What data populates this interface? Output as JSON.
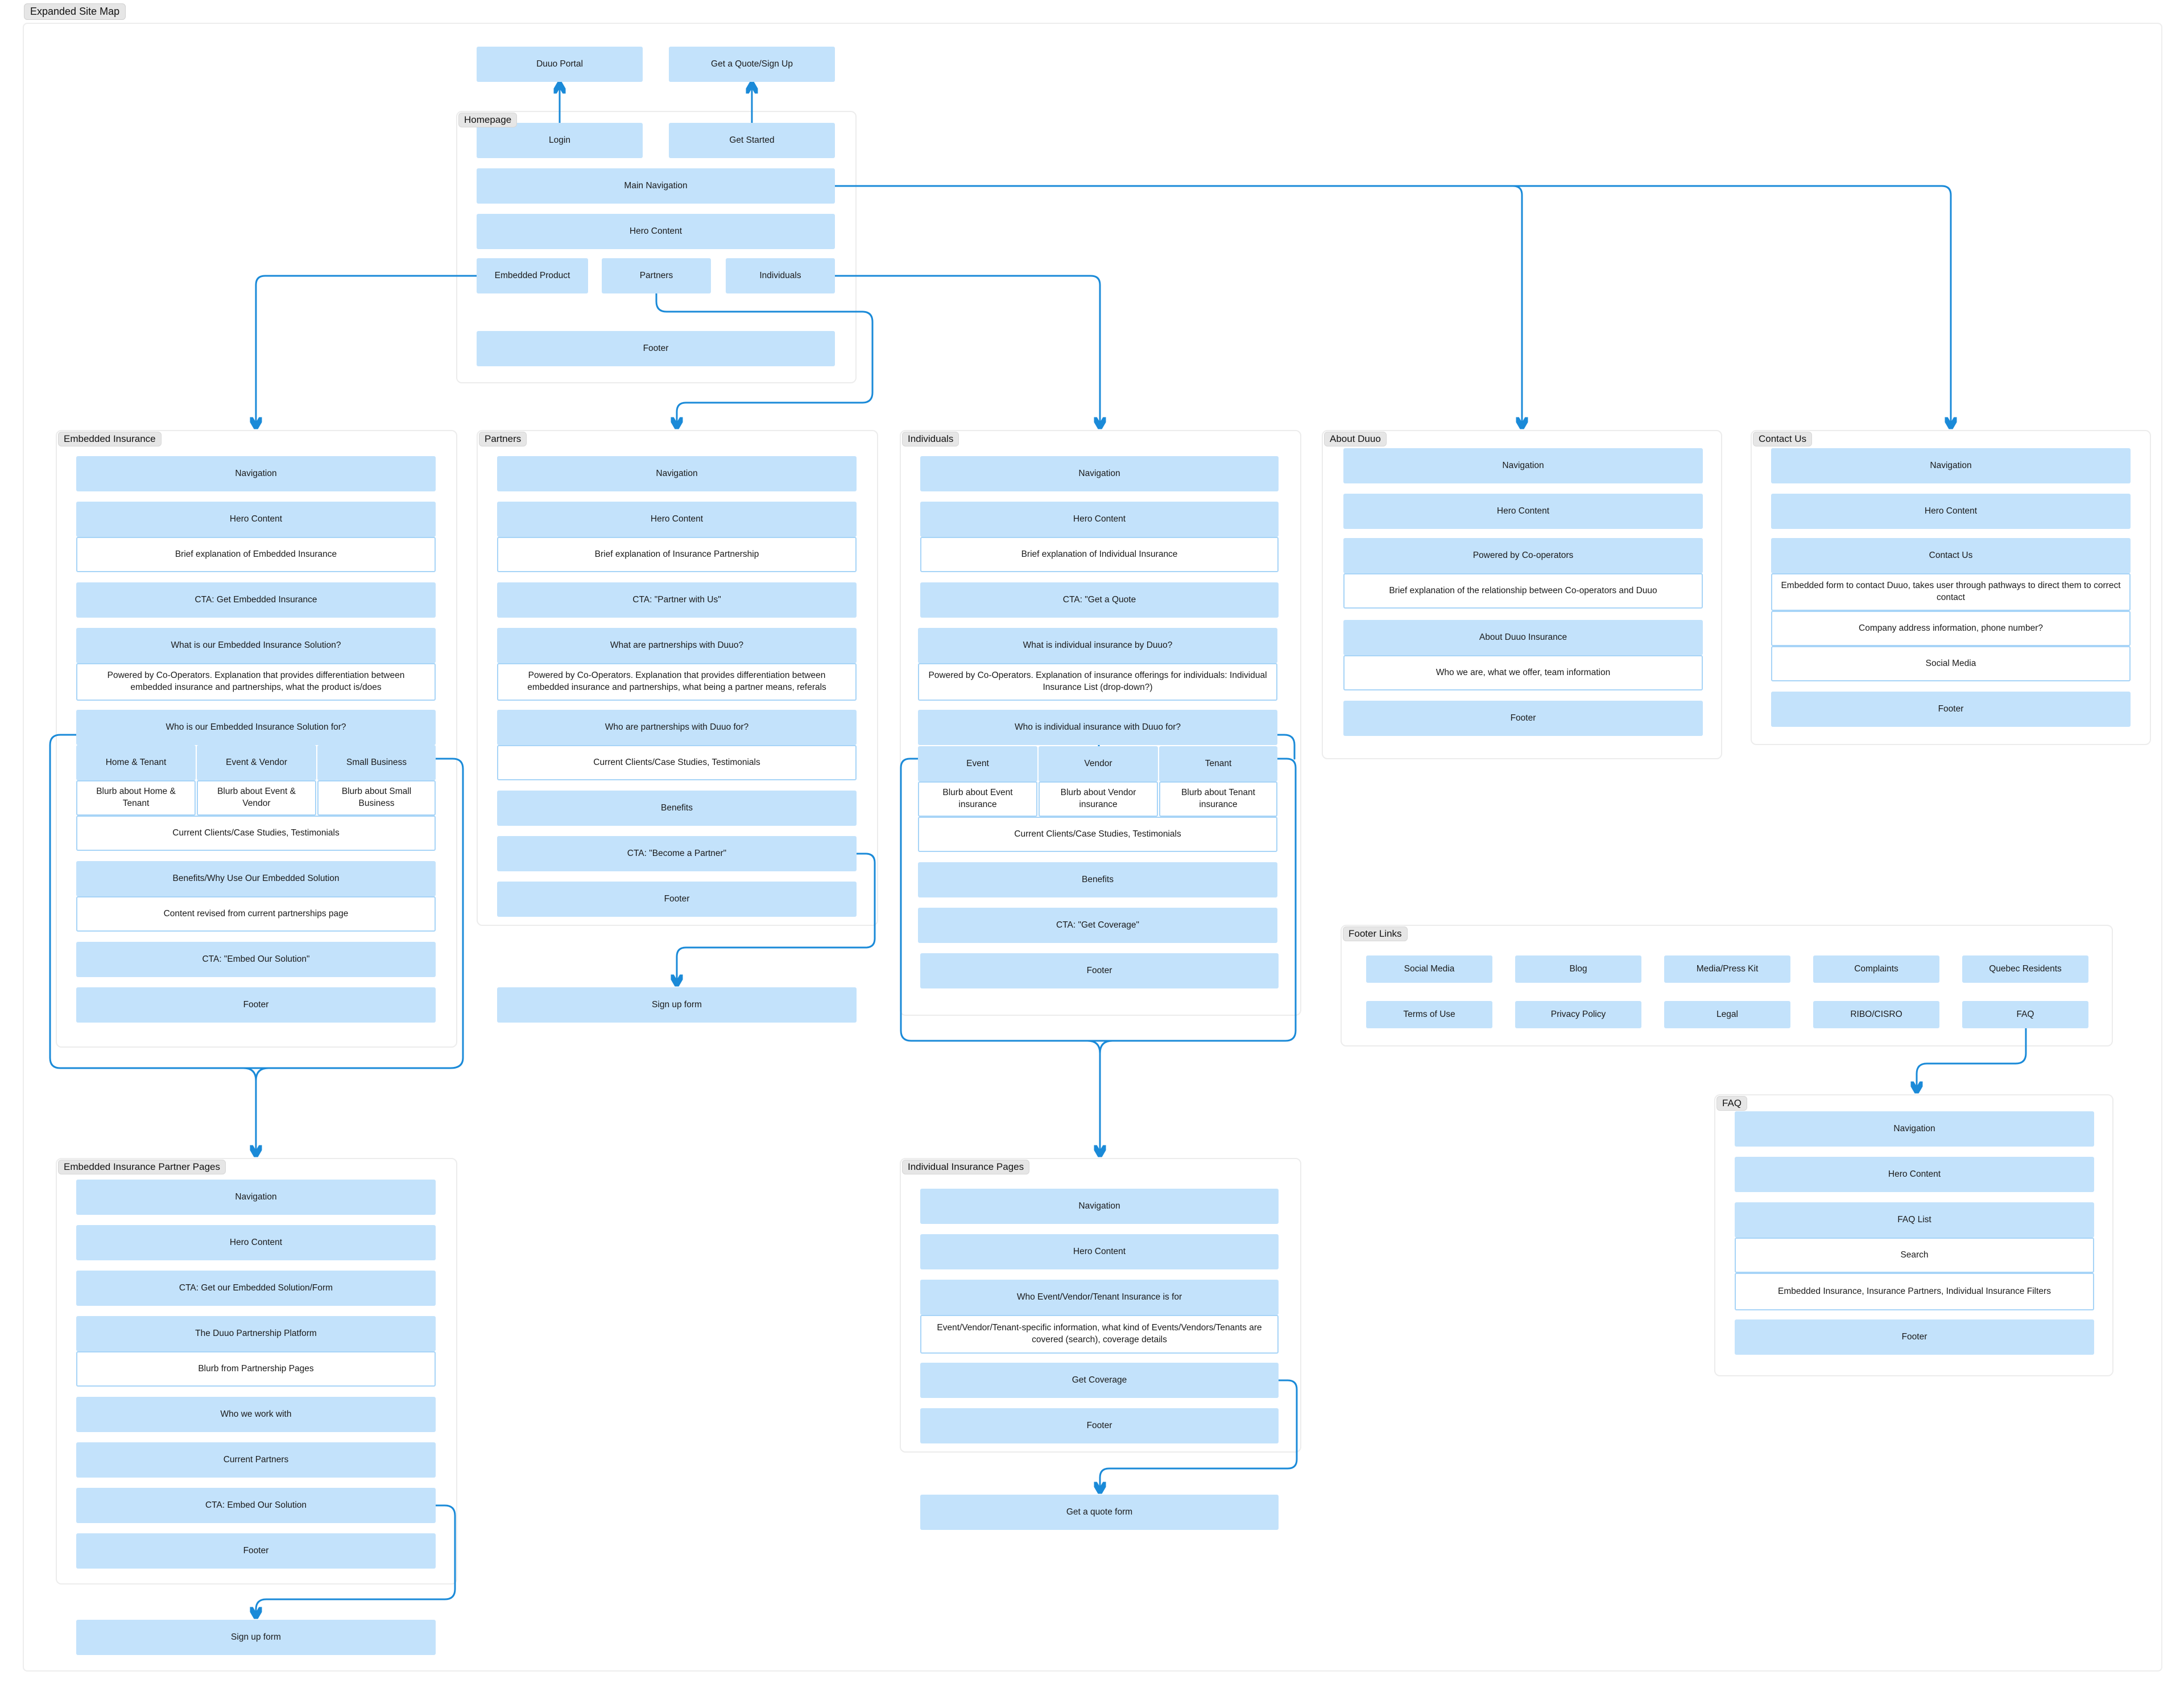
{
  "canvas_title": "Expanded Site Map",
  "sections": {
    "homepage": {
      "title": "Homepage",
      "items": [
        "Login",
        "Get Started",
        "Main Navigation",
        "Hero Content",
        "Embedded Product",
        "Partners",
        "Individuals",
        "Footer"
      ]
    },
    "top_destinations": [
      "Duuo Portal",
      "Get a Quote/Sign Up"
    ],
    "embedded": {
      "title": "Embedded Insurance",
      "items": [
        "Navigation",
        "Hero Content",
        "Brief explanation of Embedded Insurance",
        "CTA: Get Embedded Insurance",
        "What is our Embedded Insurance Solution?",
        "Powered by Co-Operators. Explanation that provides differentiation between embedded insurance and partnerships, what the product is/does",
        "Who is our Embedded Insurance Solution for?",
        "Home & Tenant",
        "Event & Vendor",
        "Small Business",
        "Blurb about Home & Tenant",
        "Blurb about Event & Vendor",
        "Blurb about Small Business",
        "Current Clients/Case Studies, Testimonials",
        "Benefits/Why Use Our Embedded Solution",
        "Content revised from current partnerships page",
        "CTA: \"Embed Our Solution\"",
        "Footer"
      ]
    },
    "partners": {
      "title": "Partners",
      "items": [
        "Navigation",
        "Hero Content",
        "Brief explanation of Insurance Partnership",
        "CTA: \"Partner with Us\"",
        "What are partnerships with Duuo?",
        "Powered by Co-Operators. Explanation that provides differentiation between embedded insurance and partnerships, what being a partner means, referals",
        "Who are partnerships with Duuo for?",
        "Current Clients/Case Studies, Testimonials",
        "Benefits",
        "CTA: \"Become a Partner\"",
        "Footer"
      ],
      "form": "Sign up form"
    },
    "individuals": {
      "title": "Individuals",
      "items": [
        "Navigation",
        "Hero Content",
        "Brief explanation of Individual Insurance",
        "CTA: \"Get a Quote",
        "What is individual insurance by Duuo?",
        "Powered by Co-Operators.  Explanation of insurance offerings for individuals: Individual Insurance List (drop-down?)",
        "Who is individual insurance with Duuo for?",
        "Event",
        "Vendor",
        "Tenant",
        "Blurb about Event insurance",
        "Blurb about Vendor insurance",
        "Blurb about Tenant insurance",
        "Current Clients/Case Studies, Testimonials",
        "Benefits",
        "CTA: \"Get Coverage\"",
        "Footer"
      ]
    },
    "about": {
      "title": "About Duuo",
      "items": [
        "Navigation",
        "Hero Content",
        "Powered by Co-operators",
        "Brief explanation of the relationship between Co-operators and Duuo",
        "About Duuo Insurance",
        "Who we are, what we offer, team information",
        "Footer"
      ]
    },
    "contact": {
      "title": "Contact Us",
      "items": [
        "Navigation",
        "Hero Content",
        "Contact Us",
        "Embedded form to contact Duuo, takes user through pathways to direct them to correct contact",
        "Company address information, phone number?",
        "Social Media",
        "Footer"
      ]
    },
    "footer_links": {
      "title": "Footer Links",
      "items": [
        "Social Media",
        "Blog",
        "Media/Press Kit",
        "Complaints",
        "Quebec Residents",
        "Terms of Use",
        "Privacy Policy",
        "Legal",
        "RIBO/CISRO",
        "FAQ"
      ]
    },
    "faq": {
      "title": "FAQ",
      "items": [
        "Navigation",
        "Hero Content",
        "FAQ List",
        "Search",
        "Embedded Insurance, Insurance Partners, Individual Insurance Filters",
        "Footer"
      ]
    },
    "partner_pages": {
      "title": "Embedded Insurance Partner Pages",
      "items": [
        "Navigation",
        "Hero Content",
        "CTA: Get our Embedded Solution/Form",
        "The Duuo Partnership Platform",
        "Blurb from Partnership Pages",
        "Who we work with",
        "Current Partners",
        "CTA: Embed Our Solution",
        "Footer"
      ],
      "form": "Sign up form"
    },
    "individual_pages": {
      "title": "Individual Insurance Pages",
      "items": [
        "Navigation",
        "Hero Content",
        "Who Event/Vendor/Tenant Insurance is for",
        "Event/Vendor/Tenant-specific information, what kind of Events/Vendors/Tenants are covered (search), coverage details",
        "Get Coverage",
        "Footer"
      ],
      "form": "Get a quote form"
    }
  }
}
